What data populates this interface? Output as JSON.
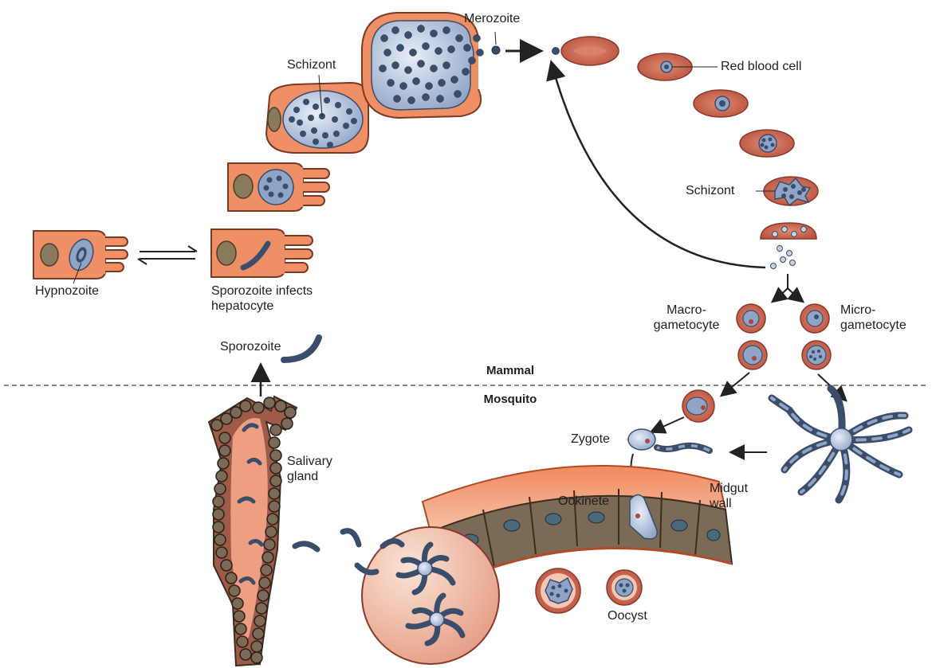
{
  "title": "",
  "regions": {
    "upper": "Mammal",
    "lower": "Mosquito"
  },
  "labels": {
    "merozoite": "Merozoite",
    "schizont_liver": "Schizont",
    "red_blood_cell": "Red blood cell",
    "schizont_blood": "Schizont",
    "hypnozoite": "Hypnozoite",
    "sporozoite_infects": "Sporozoite infects\nhepatocyte",
    "macrogametocyte": "Macro-\ngametocyte",
    "microgametocyte": "Micro-\ngametocyte",
    "sporozoite": "Sporozoite",
    "salivary_gland": "Salivary\ngland",
    "zygote": "Zygote",
    "midgut_wall": "Midgut\nwall",
    "ookinete": "Ookinete",
    "oocyst": "Oocyst"
  },
  "colors": {
    "cell_orange": "#ee8f66",
    "cell_outline": "#7a3a22",
    "rbc": "#c8614a",
    "rbc_dark": "#a8473a",
    "parasite_blue": "#8fa4c6",
    "parasite_dark": "#3a4d6a",
    "nucleus": "#8a7a5c",
    "divider": "#888888"
  }
}
